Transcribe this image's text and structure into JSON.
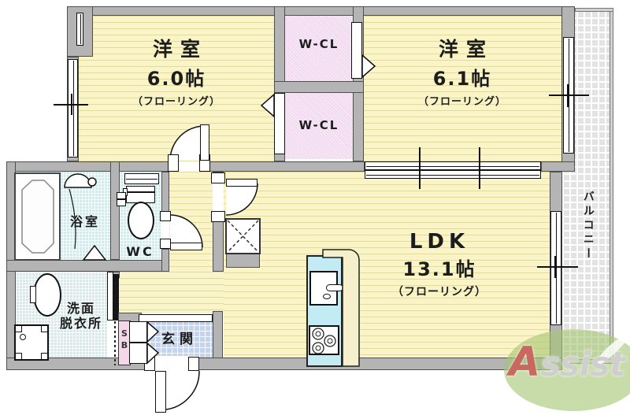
{
  "rooms": {
    "western1": {
      "name": "洋室",
      "area": "6.0帖",
      "floor_note": "（フローリング）"
    },
    "western2": {
      "name": "洋室",
      "area": "6.1帖",
      "floor_note": "（フローリング）"
    },
    "ldk": {
      "name": "LDK",
      "area": "13.1帖",
      "floor_note": "（フローリング）"
    },
    "wcl_upper": {
      "name": "W-CL"
    },
    "wcl_lower": {
      "name": "W-CL"
    },
    "bathroom": {
      "name": "浴室"
    },
    "toilet": {
      "name": "WC"
    },
    "washroom": {
      "name_line1": "洗面",
      "name_line2": "脱衣所"
    },
    "entrance": {
      "name": "玄関"
    },
    "shoe_box": {
      "letter1": "S",
      "letter2": "B"
    },
    "balcony": {
      "name": "バルコニー"
    }
  },
  "watermark": {
    "first_letter": "A",
    "rest": "ssist"
  },
  "colors": {
    "wall": "#b4b4b4",
    "flooring": "#f9f5c9",
    "closet": "#f1d9f0",
    "wet_tile": "#cfeded",
    "entrance_tile": "#c4d3ee",
    "balcony_tile": "#e3e3e3",
    "watermark_green": "#a7c774",
    "watermark_red": "#c9685f"
  }
}
